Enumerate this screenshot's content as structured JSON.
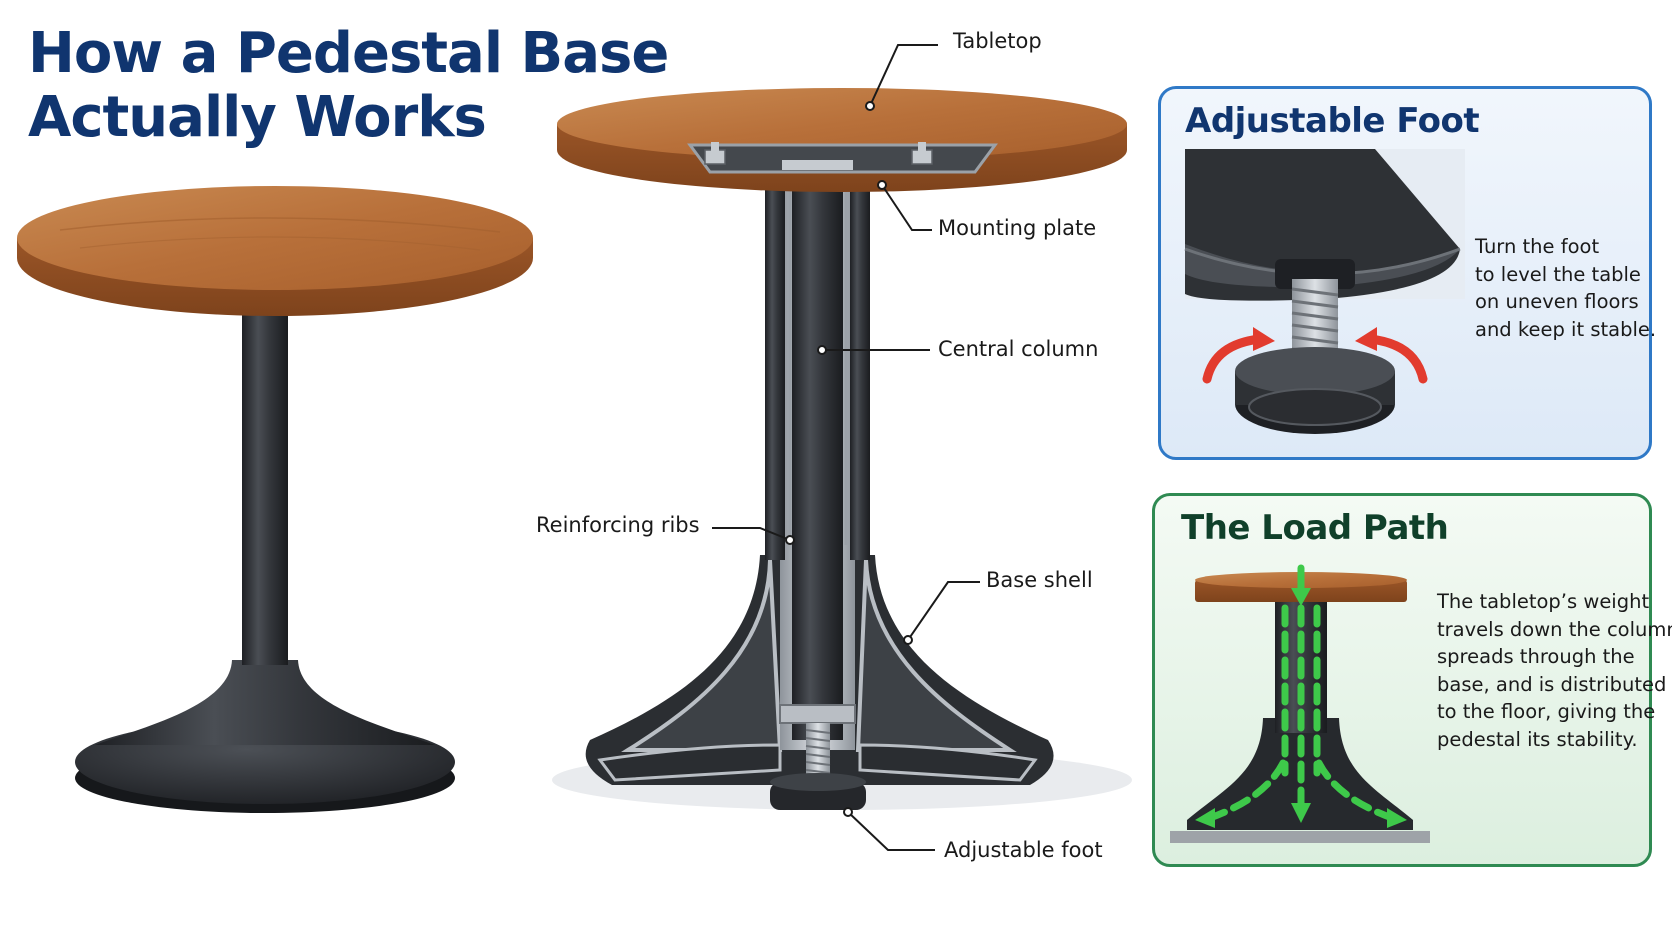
{
  "title": {
    "line1": "How a Pedestal Base",
    "line2": "Actually Works"
  },
  "callouts": {
    "tabletop": "Tabletop",
    "mounting_plate": "Mounting plate",
    "central_column": "Central column",
    "reinforcing_ribs": "Reinforcing ribs",
    "base_shell": "Base shell",
    "adjustable_foot": "Adjustable foot"
  },
  "adjustable_foot_panel": {
    "title": "Adjustable Foot",
    "text_lines": [
      "Turn the foot",
      "to level the table",
      "on uneven floors",
      "and keep it stable."
    ]
  },
  "load_path_panel": {
    "title": "The Load Path",
    "text_lines": [
      "The tabletop’s weight",
      "travels down the column,",
      "spreads through the",
      "base, and is distributed",
      "to the floor, giving the",
      "pedestal its stability."
    ]
  },
  "colors": {
    "title": "#10356f",
    "wood": "#b8703a",
    "metal_dark": "#2e3135",
    "steel": "#b9bec4",
    "blue_panel_border": "#2f79c7",
    "green_panel_border": "#2f8a52",
    "arrow_red": "#e23b2e",
    "arrow_green": "#3ec94a"
  }
}
